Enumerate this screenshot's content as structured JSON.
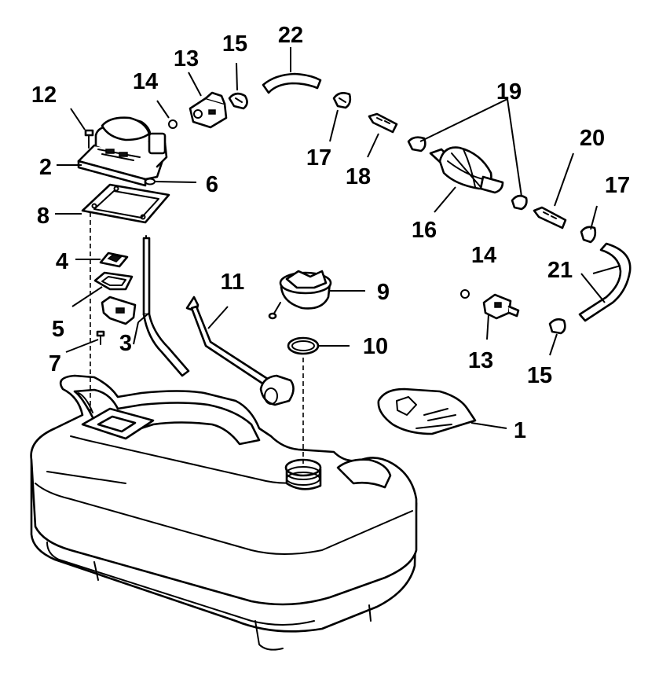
{
  "diagram": {
    "labels": [
      {
        "id": "label-1",
        "text": "1"
      },
      {
        "id": "label-2",
        "text": "2"
      },
      {
        "id": "label-3",
        "text": "3"
      },
      {
        "id": "label-4",
        "text": "4"
      },
      {
        "id": "label-5",
        "text": "5"
      },
      {
        "id": "label-6",
        "text": "6"
      },
      {
        "id": "label-7",
        "text": "7"
      },
      {
        "id": "label-8",
        "text": "8"
      },
      {
        "id": "label-9",
        "text": "9"
      },
      {
        "id": "label-10",
        "text": "10"
      },
      {
        "id": "label-11",
        "text": "11"
      },
      {
        "id": "label-12",
        "text": "12"
      },
      {
        "id": "label-13a",
        "text": "13"
      },
      {
        "id": "label-13b",
        "text": "13"
      },
      {
        "id": "label-14a",
        "text": "14"
      },
      {
        "id": "label-14b",
        "text": "14"
      },
      {
        "id": "label-15a",
        "text": "15"
      },
      {
        "id": "label-15b",
        "text": "15"
      },
      {
        "id": "label-16",
        "text": "16"
      },
      {
        "id": "label-17a",
        "text": "17"
      },
      {
        "id": "label-17b",
        "text": "17"
      },
      {
        "id": "label-18",
        "text": "18"
      },
      {
        "id": "label-19",
        "text": "19"
      },
      {
        "id": "label-20",
        "text": "20"
      },
      {
        "id": "label-21",
        "text": "21"
      },
      {
        "id": "label-22",
        "text": "22"
      }
    ]
  }
}
